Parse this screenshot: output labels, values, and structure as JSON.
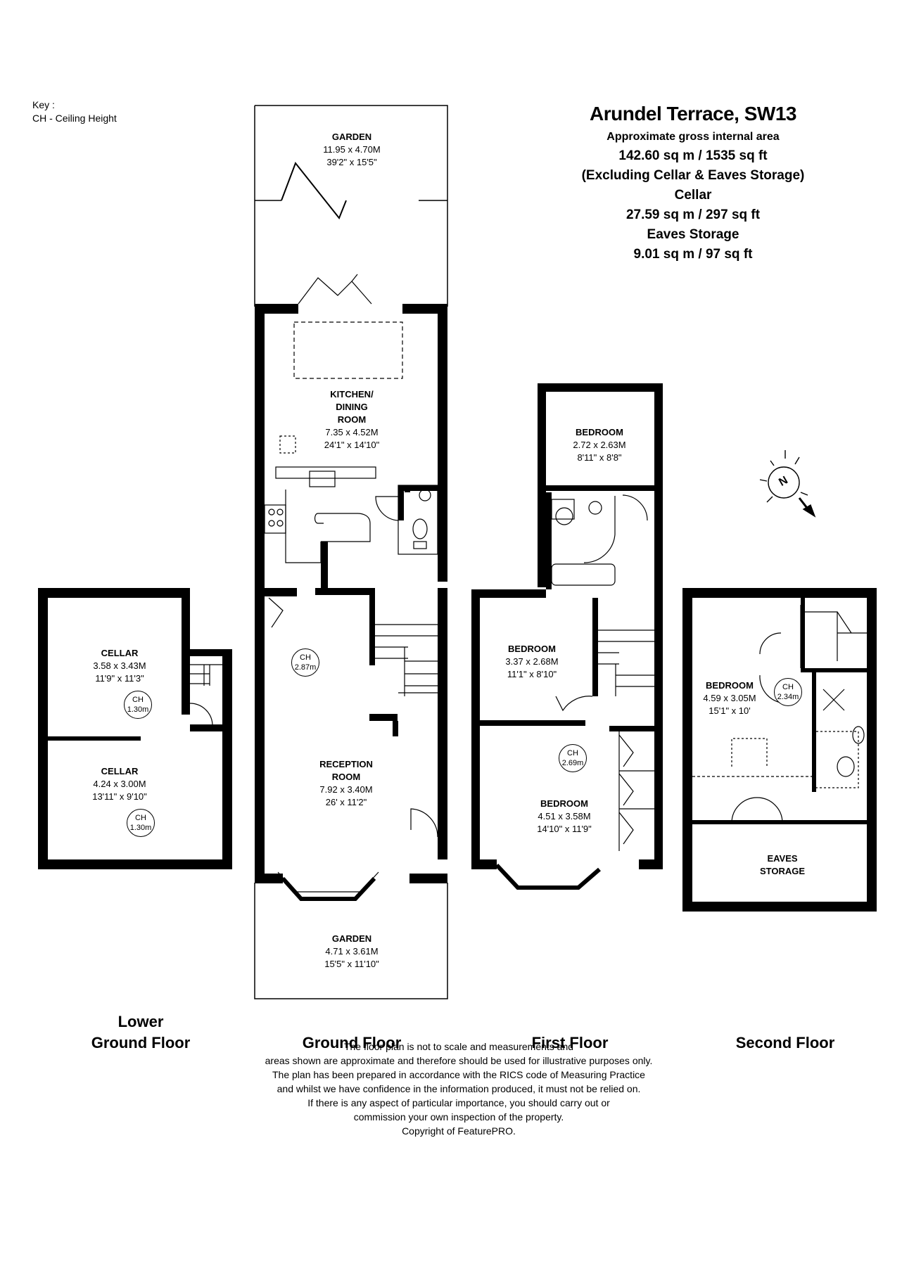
{
  "key": {
    "line1": "Key :",
    "line2": "CH - Ceiling Height"
  },
  "header": {
    "title": "Arundel Terrace, SW13",
    "area_label": "Approximate gross internal area",
    "area_main": "142.60 sq m /  1535  sq ft",
    "area_note": "(Excluding Cellar & Eaves Storage)",
    "cellar_label": "Cellar",
    "cellar_area": "27.59 sq m /  297  sq ft",
    "eaves_label": "Eaves Storage",
    "eaves_area": "9.01 sq m /  97  sq ft"
  },
  "rooms": {
    "garden_rear": {
      "name": "GARDEN",
      "metric": "11.95 x 4.70M",
      "imperial": "39'2\" x 15'5\""
    },
    "kitchen": {
      "name1": "KITCHEN/",
      "name2": "DINING",
      "name3": "ROOM",
      "metric": "7.35 x 4.52M",
      "imperial": "24'1\" x 14'10\""
    },
    "reception": {
      "name1": "RECEPTION",
      "name2": "ROOM",
      "metric": "7.92 x 3.40M",
      "imperial": "26' x 11'2\""
    },
    "garden_front": {
      "name": "GARDEN",
      "metric": "4.71 x 3.61M",
      "imperial": "15'5\" x 11'10\""
    },
    "cellar1": {
      "name": "CELLAR",
      "metric": "3.58 x 3.43M",
      "imperial": "11'9\" x 11'3\""
    },
    "cellar2": {
      "name": "CELLAR",
      "metric": "4.24 x 3.00M",
      "imperial": "13'11\" x 9'10\""
    },
    "bed_ff_rear": {
      "name": "BEDROOM",
      "metric": "2.72 x 2.63M",
      "imperial": "8'11\" x 8'8\""
    },
    "bed_ff_mid": {
      "name": "BEDROOM",
      "metric": "3.37 x 2.68M",
      "imperial": "11'1\" x 8'10\""
    },
    "bed_ff_front": {
      "name": "BEDROOM",
      "metric": "4.51 x 3.58M",
      "imperial": "14'10\" x 11'9\""
    },
    "bed_sf": {
      "name": "BEDROOM",
      "metric": "4.59 x 3.05M",
      "imperial": "15'1\" x 10'"
    },
    "eaves": {
      "name1": "EAVES",
      "name2": "STORAGE"
    }
  },
  "ceiling_heights": {
    "label": "CH",
    "ground": "2.87m",
    "cellar1": "1.30m",
    "cellar2": "1.30m",
    "first": "2.69m",
    "second": "2.34m"
  },
  "compass": {
    "letter": "N"
  },
  "floors": {
    "lower1": "Lower",
    "lower2": "Ground Floor",
    "ground": "Ground Floor",
    "first": "First Floor",
    "second": "Second Floor"
  },
  "disclaimer": [
    "The floor plan is not to scale and measurements and",
    "areas shown are approximate and therefore should be used for illustrative purposes only.",
    "The plan has been prepared in accordance with the RICS code of Measuring Practice",
    "and whilst we have confidence in the information produced, it must not be relied on.",
    "If there is any aspect of particular importance, you should carry out or",
    "commission your own inspection of the property.",
    "Copyright of FeaturePRO."
  ]
}
